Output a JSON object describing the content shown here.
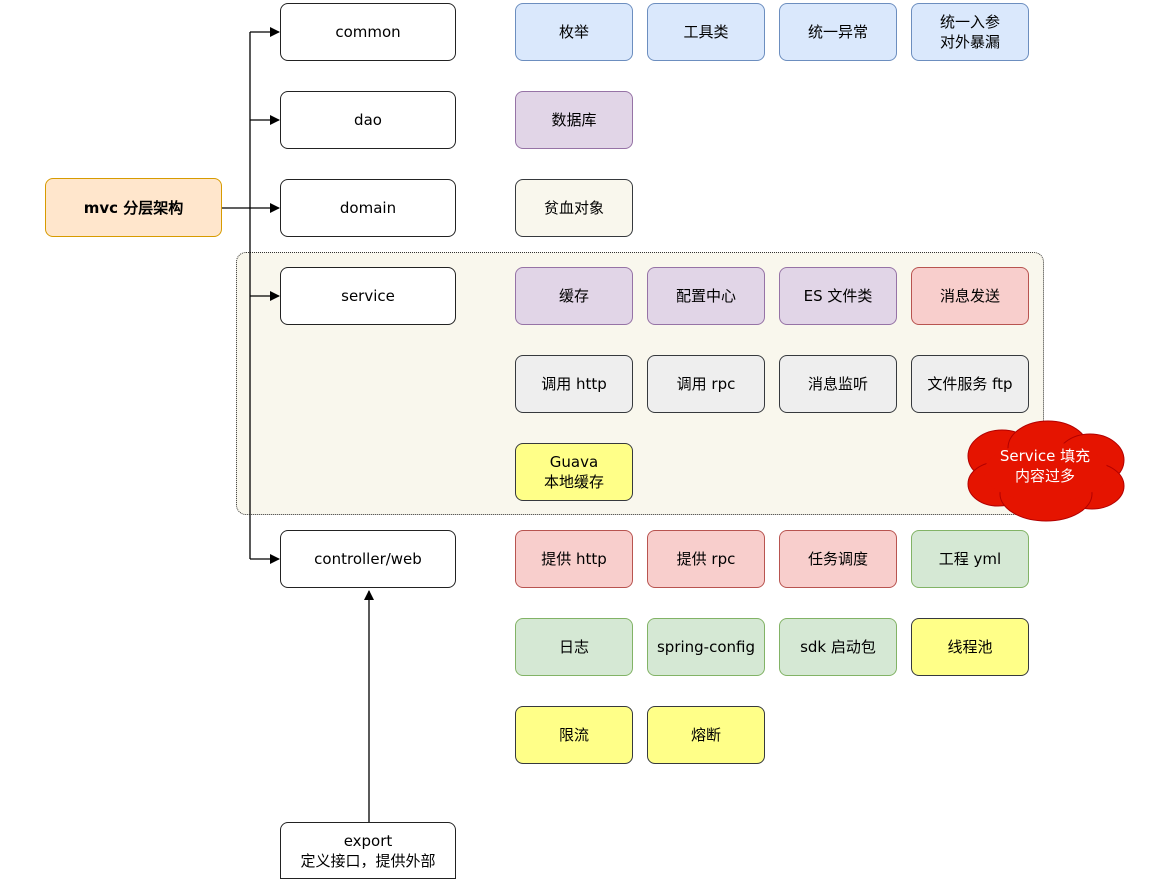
{
  "diagram": {
    "root": {
      "label": "mvc 分层架构"
    },
    "layers": {
      "common": "common",
      "dao": "dao",
      "domain": "domain",
      "service": "service",
      "controller": "controller/web"
    },
    "export": {
      "label": "export\n定义接口，提供外部"
    },
    "common_items": [
      "枚举",
      "工具类",
      "统一异常",
      "统一入参\n对外暴漏"
    ],
    "dao_items": [
      "数据库"
    ],
    "domain_items": [
      "贫血对象"
    ],
    "service_items_row1": [
      "缓存",
      "配置中心",
      "ES 文件类",
      "消息发送"
    ],
    "service_items_row2": [
      "调用 http",
      "调用 rpc",
      "消息监听",
      "文件服务 ftp"
    ],
    "service_items_row3": [
      "Guava\n本地缓存"
    ],
    "controller_items_row1": [
      "提供 http",
      "提供 rpc",
      "任务调度",
      "工程 yml"
    ],
    "controller_items_row2": [
      "日志",
      "spring-config",
      "sdk 启动包",
      "线程池"
    ],
    "controller_items_row3": [
      "限流",
      "熔断"
    ],
    "note": {
      "label": "Service 填充\n内容过多"
    },
    "colors": {
      "blue": "#dae8fc",
      "purple": "#e1d5e7",
      "cream": "#f9f7ed",
      "pink": "#f8cecc",
      "grey": "#eeeeee",
      "yellow": "#ffff88",
      "green": "#d5e8d4",
      "orange": "#ffe6cc",
      "note_red": "#e51400"
    }
  }
}
